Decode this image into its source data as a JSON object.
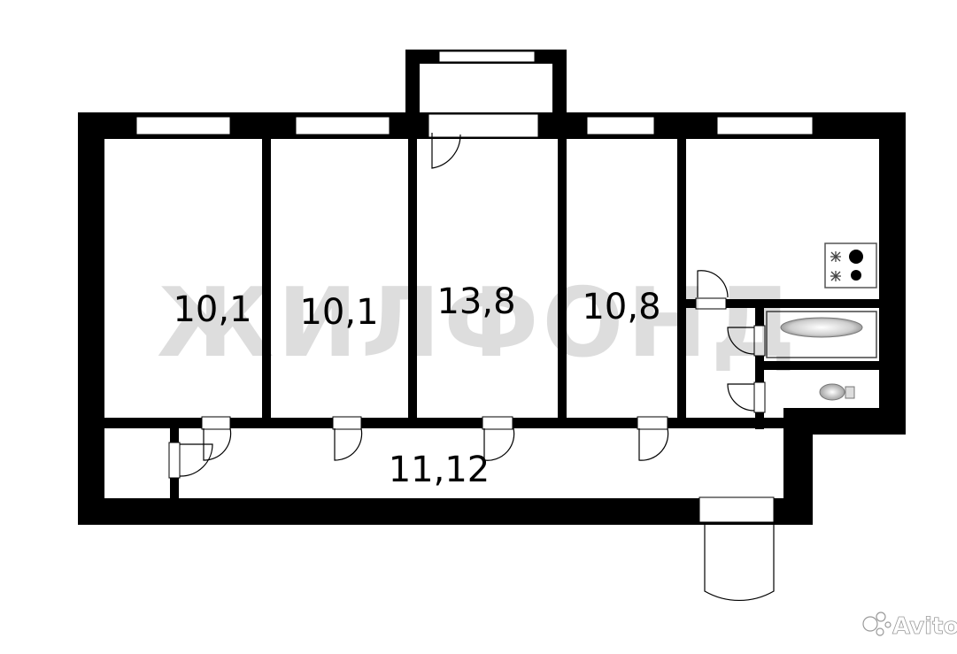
{
  "plan": {
    "watermark": "ЖИЛФОНД",
    "brand": "Avito",
    "rooms": [
      {
        "id": "room-1",
        "area": "10,1"
      },
      {
        "id": "room-2",
        "area": "10,1"
      },
      {
        "id": "room-3",
        "area": "13,8"
      },
      {
        "id": "room-4",
        "area": "10,8"
      },
      {
        "id": "corridor",
        "area": "11,12"
      }
    ],
    "colors": {
      "wall": "#000000",
      "background": "#ffffff"
    }
  }
}
